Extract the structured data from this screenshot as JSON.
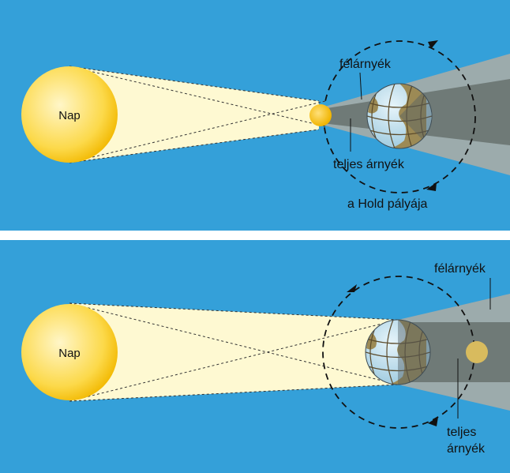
{
  "colors": {
    "background": "#34a0d9",
    "sun_light": "#fff6c8",
    "sun_dark": "#f2b800",
    "light_cone": "#fef9d2",
    "penumbra": "#9cabac",
    "umbra": "#6f7a77",
    "earth_ocean": "#b9dcec",
    "earth_land": "#9c8a55",
    "moon_eclipsed": "#d8bb5e"
  },
  "top_panel": {
    "sun_label": "Nap",
    "penumbra_label": "félárnyék",
    "umbra_label": "teljes árnyék",
    "orbit_label": "a Hold pályája"
  },
  "bottom_panel": {
    "sun_label": "Nap",
    "penumbra_label": "félárnyék",
    "umbra_label_line1": "teljes",
    "umbra_label_line2": "árnyék"
  }
}
